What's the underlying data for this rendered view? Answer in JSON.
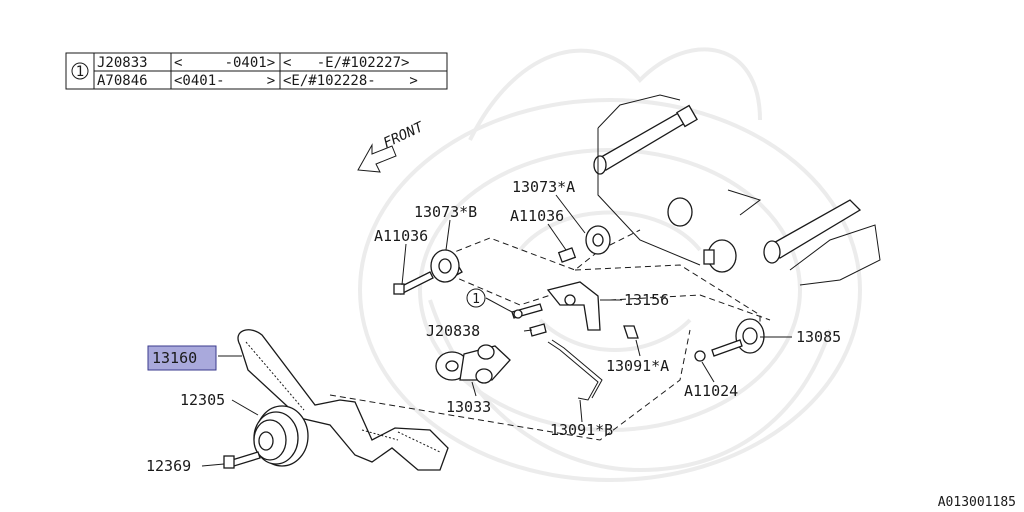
{
  "reference_table": {
    "marker": "1",
    "rows": [
      {
        "part": "J20833",
        "date_range": "<     -0401>",
        "serial_range": "<   -E/#102227>"
      },
      {
        "part": "A70846",
        "date_range": "<0401-     >",
        "serial_range": "<E/#102228-    >"
      }
    ]
  },
  "front_label": "FRONT",
  "callout_marker": "1",
  "parts": {
    "p13073A": "13073*A",
    "p13073B": "13073*B",
    "p11036_upper": "A11036",
    "p11036_lower": "A11036",
    "p13156": "13156",
    "p20838": "J20838",
    "p13091A": "13091*A",
    "p13085": "13085",
    "p11024": "A11024",
    "p13033": "13033",
    "p13091B": "13091*B",
    "p13160": "13160",
    "p12305": "12305",
    "p12369": "12369"
  },
  "highlight_color": "#a9a9dc",
  "highlighted_part": "13160",
  "reference_code": "A013001185"
}
